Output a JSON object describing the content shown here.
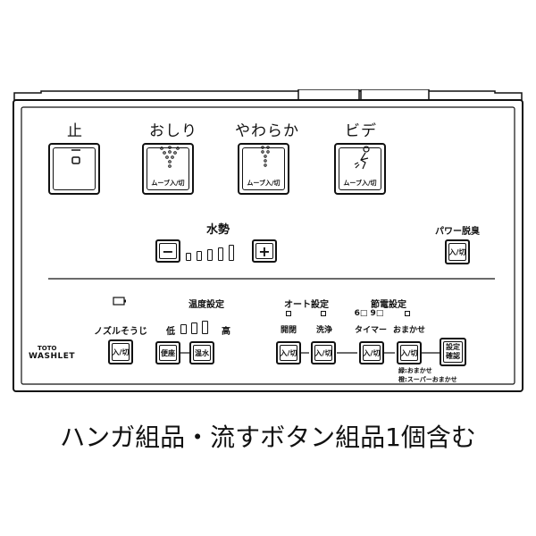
{
  "top_buttons": {
    "stop": {
      "label": "止"
    },
    "oshiri": {
      "label": "おしり",
      "caption": "ムーブ入/切"
    },
    "yawaraka": {
      "label": "やわらか",
      "caption": "ムーブ入/切"
    },
    "bidet": {
      "label": "ビデ",
      "caption": "ムーブ入/切"
    }
  },
  "water_pressure": {
    "label": "水勢",
    "minus": "−",
    "plus": "+",
    "levels": 5
  },
  "power_deodorize": {
    "label": "パワー脱臭",
    "button": "入/切"
  },
  "nozzle": {
    "label": "ノズルそうじ",
    "button": "入/切"
  },
  "temperature": {
    "label": "温度設定",
    "low": "低",
    "high": "高",
    "seat_button": "便座",
    "water_button": "温水"
  },
  "auto": {
    "label": "オート設定",
    "open_close": "開閉",
    "wash": "洗浄",
    "button": "入/切"
  },
  "power_save": {
    "label": "節電設定",
    "hours": "6□ 9□",
    "timer": "タイマー",
    "omakase": "おまかせ",
    "button": "入/切",
    "confirm": "設定確認",
    "note1": "緑:おまかせ",
    "note2": "橙:スーパーおまかせ"
  },
  "brand": {
    "line1": "TOTO",
    "line2": "WASHLET"
  },
  "footer": "ハンガ組品・流すボタン組品1個含む"
}
